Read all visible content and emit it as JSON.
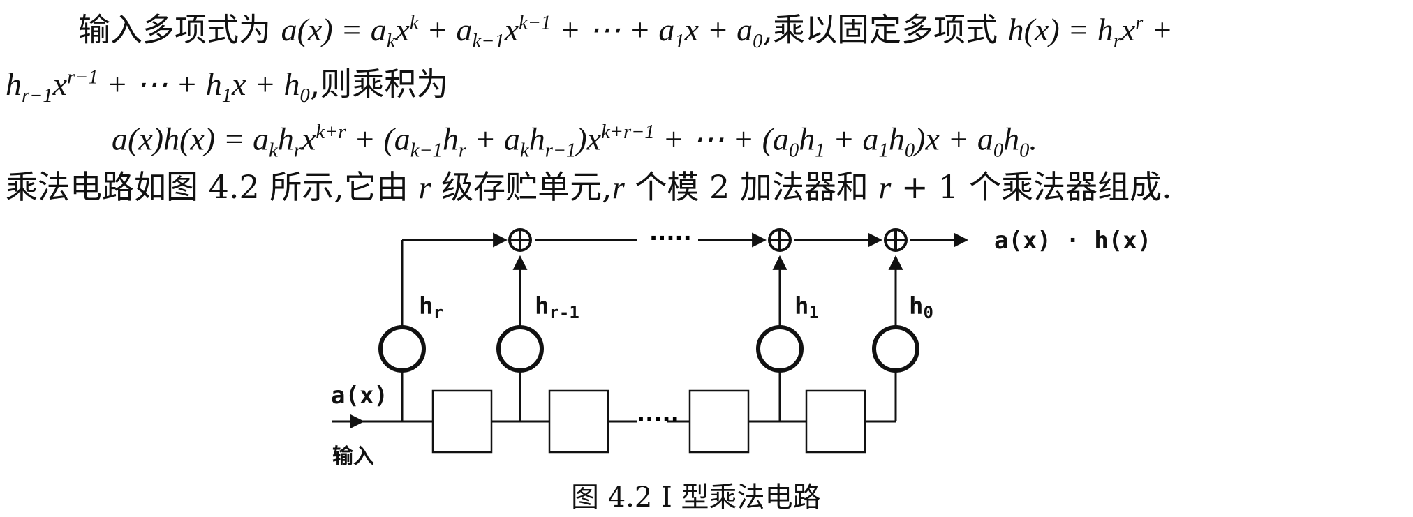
{
  "text": {
    "l1_prefix": "输入多项式为 ",
    "l1_a": "a(x) = a",
    "l1_k": "k",
    "l1_x": "x",
    "l1_sup_k": "k",
    "l1_plus_a": " + a",
    "l1_k1": "k−1",
    "l1_x2": "x",
    "l1_sup_k1": "k−1",
    "l1_rest": " + ⋯ + a",
    "l1_1": "1",
    "l1_x_plus_a": "x + a",
    "l1_0": "0",
    "l1_mid": ",乘以固定多项式 ",
    "l1_h": "h(x) = h",
    "l1_r": "r",
    "l1_xr": "x",
    "l1_sup_r": "r",
    "l1_end": " +",
    "l2_h": "h",
    "l2_r1": "r−1",
    "l2_x": "x",
    "l2_sup_r1": "r−1",
    "l2_mid": " + ⋯ + h",
    "l2_1": "1",
    "l2_xh": "x + h",
    "l2_0": "0",
    "l2_tail": ",则乘积为",
    "eq_a": "a(x)h(x) = a",
    "eq_k": "k",
    "eq_h": "h",
    "eq_r": "r",
    "eq_x": "x",
    "eq_sup_kr": "k+r",
    "eq_p1": " + (a",
    "eq_k1": "k−1",
    "eq_h2": "h",
    "eq_r2": "r",
    "eq_pa": " + a",
    "eq_k3": "k",
    "eq_h3": "h",
    "eq_r1": "r−1",
    "eq_close": ")x",
    "eq_sup_kr1": "k+r−1",
    "eq_dots": " + ⋯ + (a",
    "eq_0a": "0",
    "eq_h4": "h",
    "eq_1a": "1",
    "eq_pa2": " + a",
    "eq_1b": "1",
    "eq_h5": "h",
    "eq_0b": "0",
    "eq_xa": ")x + a",
    "eq_0c": "0",
    "eq_h6": "h",
    "eq_0d": "0",
    "eq_end": ".",
    "l4_a": "乘法电路如图 4.2 所示,它由 ",
    "l4_r1": "r",
    "l4_b": " 级存贮单元,",
    "l4_r2": "r",
    "l4_c": " 个模 2 加法器和 ",
    "l4_r3": "r",
    "l4_d": " + 1 个乘法器组成."
  },
  "diagram": {
    "input_label": "a(x)",
    "input_cn": "输入",
    "output_label": "a(x) · h(x)",
    "coef_labels": [
      "h",
      "h",
      "h",
      "h"
    ],
    "coef_subs": [
      "r",
      "r-1",
      "1",
      "0"
    ],
    "dots": "·····",
    "xor_symbol": "⊕"
  },
  "caption": "图 4.2   I 型乘法电路"
}
